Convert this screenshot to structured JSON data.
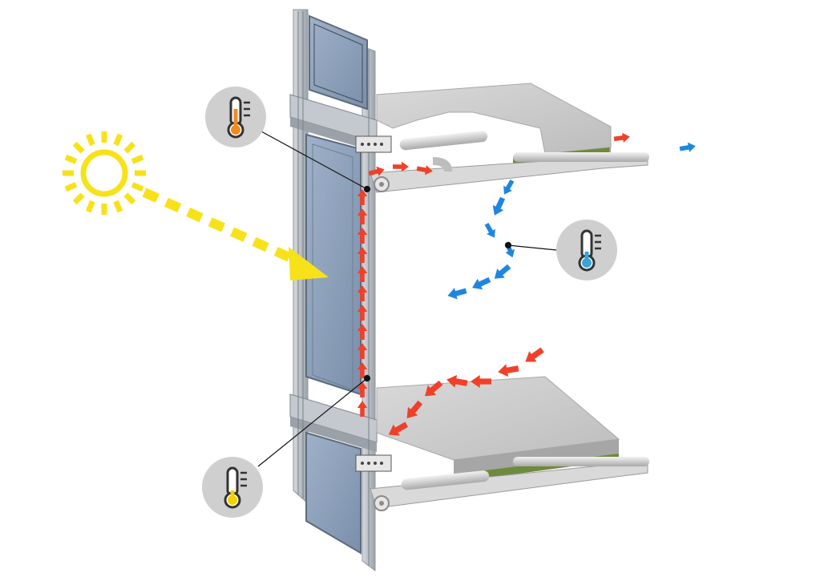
{
  "diagram": {
    "description_visible_text": "",
    "colors": {
      "warm_air": "#f0402a",
      "cool_air": "#1f86e0",
      "sun": "#f7e21a",
      "glass": "#8ea2bd",
      "frame": "#b9bfc6",
      "slab": "#c9c9c9",
      "insulation": "#6f8a3c",
      "badge": "#cfcfcf"
    },
    "icons": [
      "sun-icon",
      "thermometer-warm-icon",
      "thermometer-cool-icon",
      "thermometer-lukewarm-icon"
    ],
    "thermometer_levels": {
      "upper_left": "warm",
      "right": "cool",
      "lower_left": "lukewarm"
    }
  }
}
